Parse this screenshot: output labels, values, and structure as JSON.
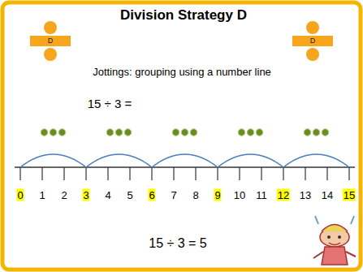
{
  "diagram": {
    "title": "Division Strategy D",
    "nodes": [
      {
        "text": [
          "D"
        ]
      },
      {
        "text": [
          "D"
        ]
      }
    ],
    "labels": [
      "Jottings: grouping using a number line",
      "15 ÷ 3 =",
      "0",
      "1",
      "2",
      "3",
      "4",
      "5",
      "6",
      "7",
      "8",
      "9",
      "10",
      "11",
      "12",
      "13",
      "14",
      "15",
      "15 ÷ 3 = 5"
    ]
  }
}
